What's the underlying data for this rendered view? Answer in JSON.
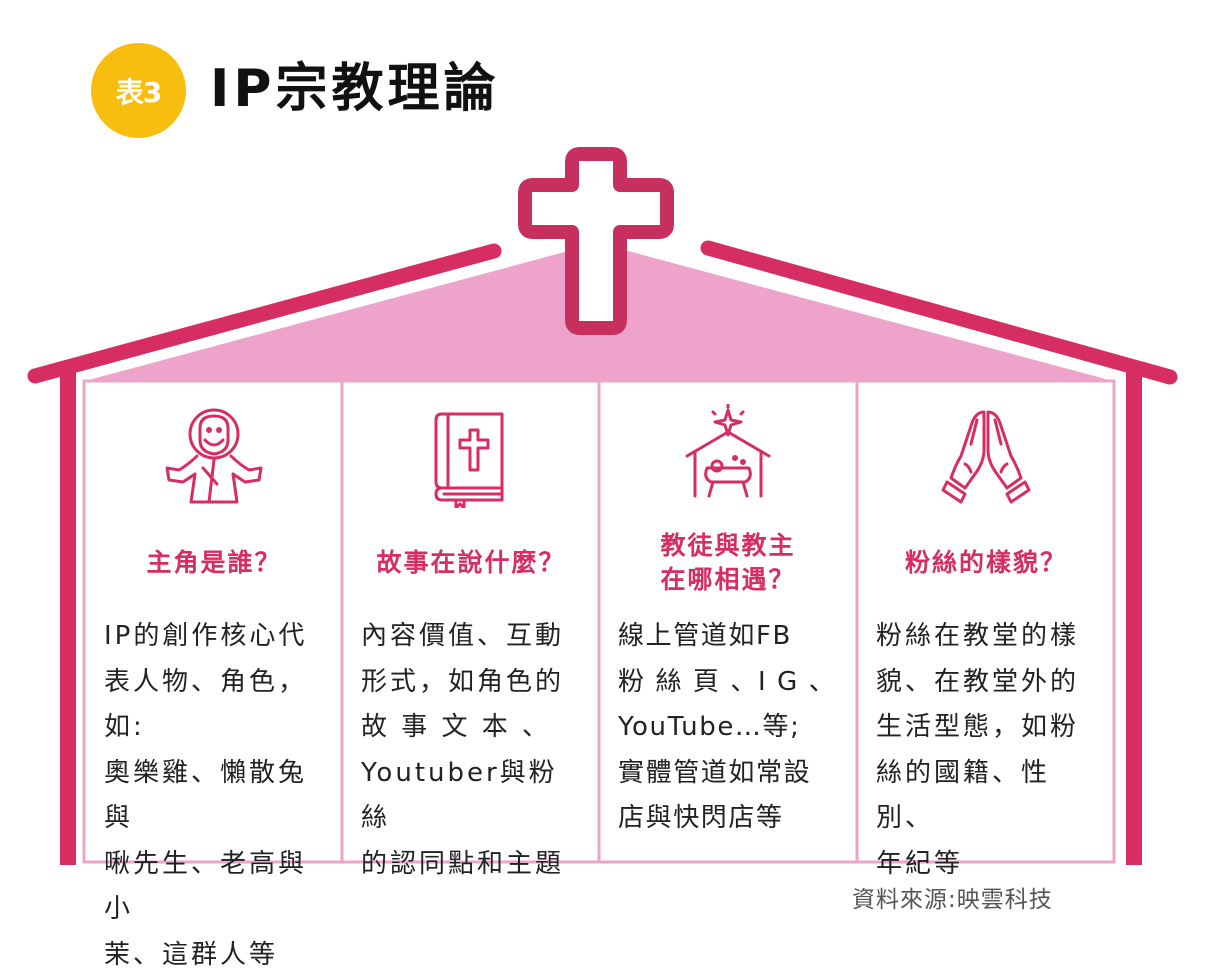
{
  "header": {
    "badge": "表3",
    "title": "IP宗教理論"
  },
  "colors": {
    "accent": "#d62d63",
    "roof_fill": "#eea3ca",
    "panel_border": "#eea3ca",
    "cross": "#c7305e",
    "badge": "#f7be0f"
  },
  "panels": [
    {
      "icon": "jesus-icon",
      "heading": "主角是誰？",
      "body": "IP的創作核心代\n表人物、角色，如:\n奧樂雞、懶散兔與\n啾先生、老高與小\n茉、這群人等"
    },
    {
      "icon": "bible-icon",
      "heading": "故事在說什麼？",
      "body": "內容價值、互動\n形式，如角色的\n故 事 文 本 、\nYoutuber與粉絲\n的認同點和主題"
    },
    {
      "icon": "nativity-icon",
      "heading": "教徒與教主\n在哪相遇？",
      "body": "線上管道如FB\n粉 絲 頁 、I G 、\nYouTube…等;\n實體管道如常設\n店與快閃店等"
    },
    {
      "icon": "praying-hands-icon",
      "heading": "粉絲的樣貌？",
      "body": "粉絲在教堂的樣\n貌、在教堂外的\n生活型態，如粉\n絲的國籍、性別、\n年紀等"
    }
  ],
  "source": "資料來源:映雲科技"
}
